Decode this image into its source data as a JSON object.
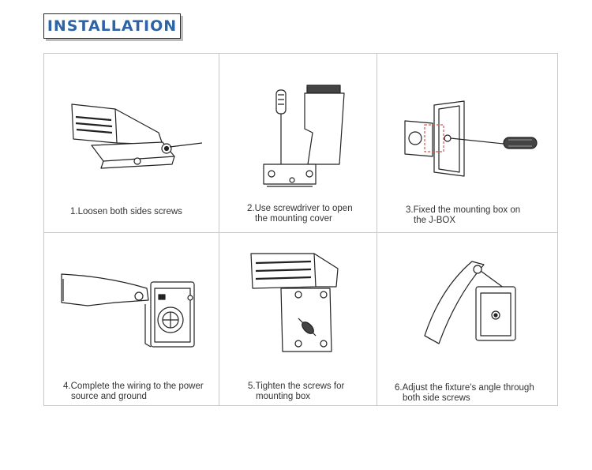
{
  "header": {
    "title": "INSTALLATION"
  },
  "steps": [
    {
      "line1": "1.Loosen both sides screws",
      "line2": ""
    },
    {
      "line1": "2.Use screwdriver to open",
      "line2": "the mounting cover"
    },
    {
      "line1": "3.Fixed the mounting box on",
      "line2": "the J-BOX"
    },
    {
      "line1": "4.Complete the wiring to the power",
      "line2": "source and ground"
    },
    {
      "line1": "5.Tighten the screws for",
      "line2": "mounting box"
    },
    {
      "line1": "6.Adjust the fixture's angle through",
      "line2": "both side screws"
    }
  ],
  "colors": {
    "title": "#2e63a6",
    "grid": "#c8c8c8",
    "accent": "#d9534f"
  }
}
